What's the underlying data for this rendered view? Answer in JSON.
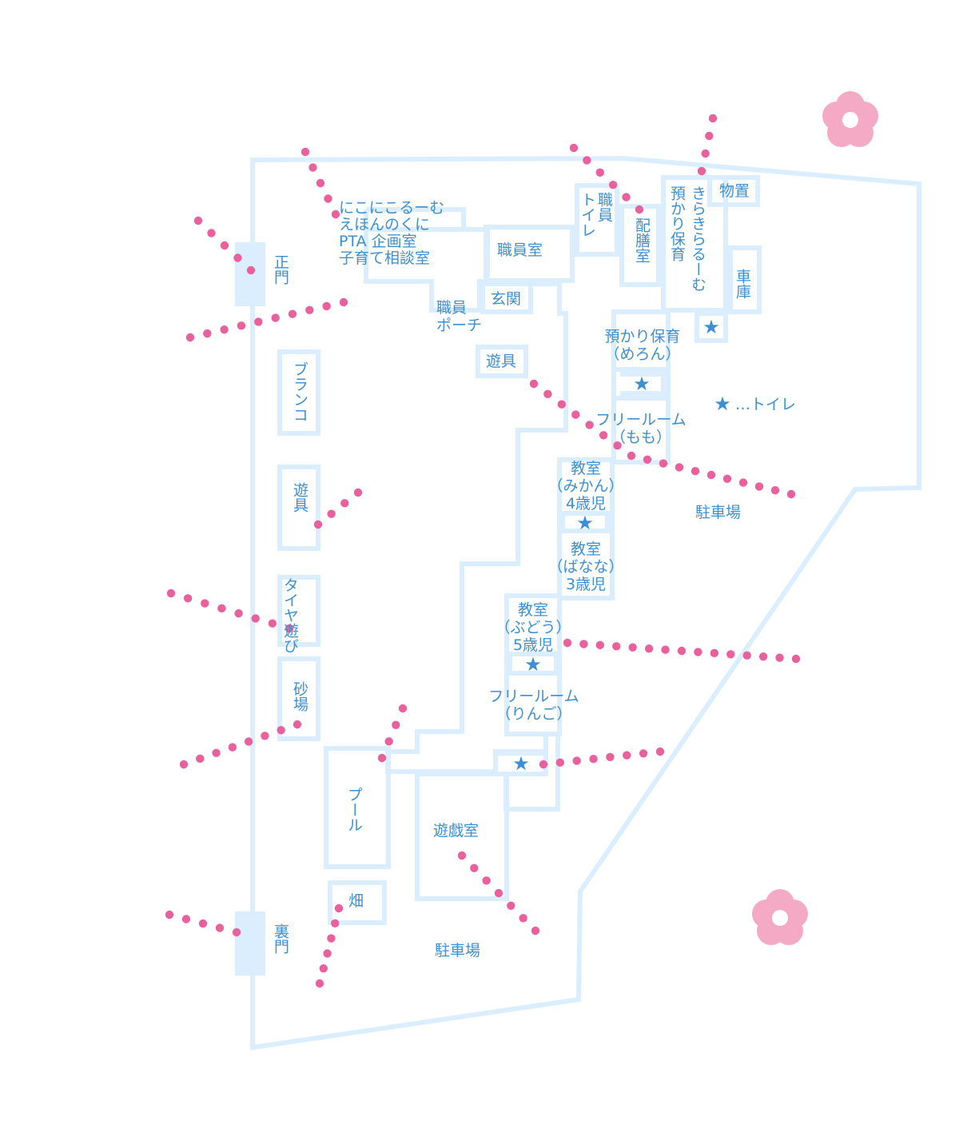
{
  "colors": {
    "wall": "#dbeeff",
    "wall_stroke": "#cfe6fb",
    "label": "#3d8fd1",
    "dots": "#e8609c",
    "flower": "#f4a9c4",
    "flower_center": "#ffffff"
  },
  "gates": {
    "front": "正門",
    "back": "裏門"
  },
  "rooms": {
    "nikoniko": "にこにこるーむ\nえほんのくに\nPTA 企画室\n子育て相談室",
    "staff_room": "職員室",
    "staff_toilet": "職員\nトイレ",
    "serving_room": "配膳室",
    "azukari_kirakira": "預かり保育",
    "kirakira": "きらきらるーむ",
    "storage": "物置",
    "garage": "車庫",
    "staff_porch": "職員\nポーチ",
    "entrance": "玄関",
    "playground_equipment_a": "遊具",
    "azukari_melon": "預かり保育\n（めろん）",
    "free_room_momo": "フリールーム\n（もも）",
    "class_mikan": "教室\n（みかん）\n4歳児",
    "class_banana": "教室\n（ばなな）\n3歳児",
    "class_budou": "教室\n（ぶどう）\n5歳児",
    "free_room_ringo": "フリールーム\n（りんご）",
    "swing": "ブランコ",
    "playground_equipment_b": "遊具",
    "tire_play": "タイヤ遊び",
    "sandbox": "砂場",
    "pool": "プール",
    "playroom": "遊戯室",
    "field": "畑",
    "parking_right": "駐車場",
    "parking_bottom": "駐車場"
  },
  "legend": {
    "icon": "star-icon",
    "text": "…トイレ"
  }
}
